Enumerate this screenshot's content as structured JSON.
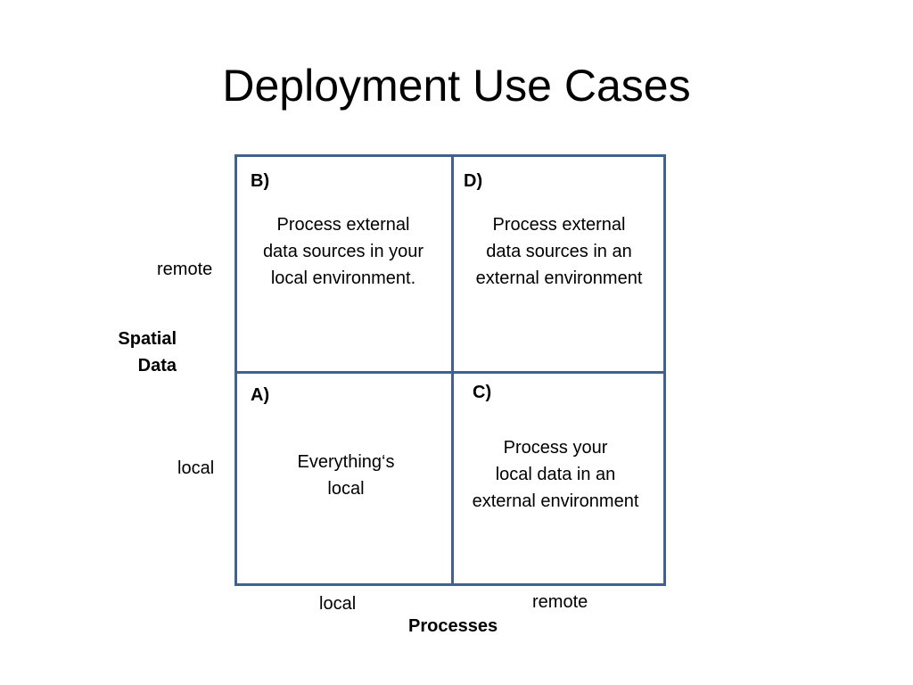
{
  "slide": {
    "title": "Deployment Use Cases"
  },
  "y_axis": {
    "title_line1": "Spatial",
    "title_line2": "Data",
    "tick_top": "remote",
    "tick_bottom": "local"
  },
  "x_axis": {
    "title": "Processes",
    "tick_left": "local",
    "tick_right": "remote"
  },
  "quadrants": {
    "b": {
      "label": "B)",
      "line1": "Process external",
      "line2": "data sources in your",
      "line3": "local environment."
    },
    "d": {
      "label": "D)",
      "line1": "Process external",
      "line2": "data sources in an",
      "line3": "external environment"
    },
    "a": {
      "label": "A)",
      "line1": "Everything‘s",
      "line2": "local"
    },
    "c": {
      "label": "C)",
      "line1": "Process your",
      "line2": "local data in an",
      "line3": "external environment"
    }
  },
  "colors": {
    "grid_line": "#41628f",
    "text": "#000000",
    "background": "#ffffff"
  }
}
